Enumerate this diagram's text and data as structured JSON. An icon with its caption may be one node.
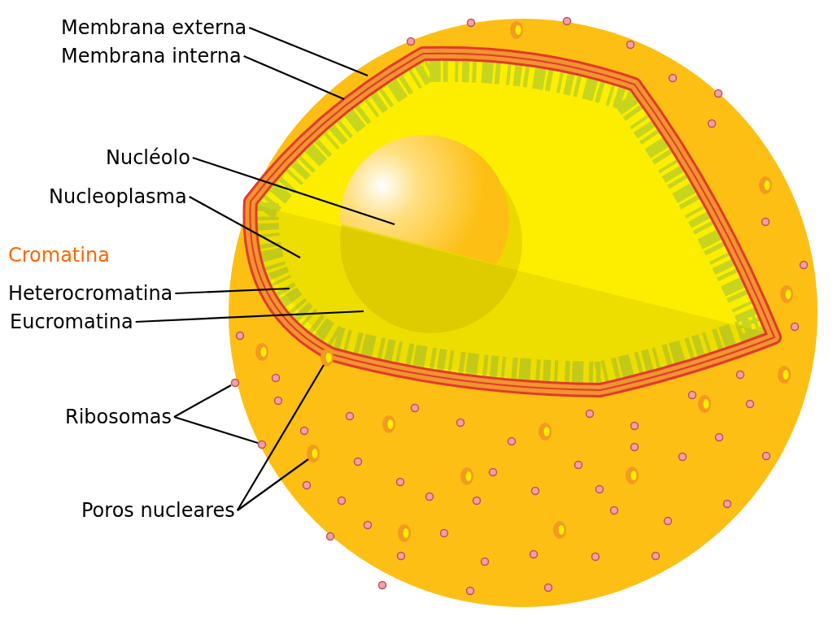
{
  "diagram": {
    "nodes": [
      {
        "text": [
          "Membrana externa"
        ]
      },
      {
        "text": [
          "Membrana interna"
        ]
      },
      {
        "text": [
          "Nucléolo"
        ]
      },
      {
        "text": [
          "Nucleoplasma"
        ]
      },
      {
        "text": [
          "Heterocromatina"
        ]
      },
      {
        "text": [
          "Eucromatina"
        ]
      },
      {
        "text": [
          "Ribosomas"
        ]
      },
      {
        "text": [
          "Poros nucleares"
        ]
      }
    ],
    "edges": [
      {
        "from": 0,
        "to": null,
        "arrow": "none"
      },
      {
        "from": 1,
        "to": null,
        "arrow": "none"
      },
      {
        "from": 2,
        "to": null,
        "arrow": "none"
      },
      {
        "from": 3,
        "to": null,
        "arrow": "none"
      },
      {
        "from": 4,
        "to": null,
        "arrow": "none"
      },
      {
        "from": 5,
        "to": null,
        "arrow": "none"
      },
      {
        "from": 6,
        "to": null,
        "arrow": "none"
      },
      {
        "from": 6,
        "to": null,
        "arrow": "none"
      },
      {
        "from": 7,
        "to": null,
        "arrow": "none"
      },
      {
        "from": 7,
        "to": null,
        "arrow": "none"
      }
    ],
    "labels": [
      "Cromatina"
    ]
  }
}
